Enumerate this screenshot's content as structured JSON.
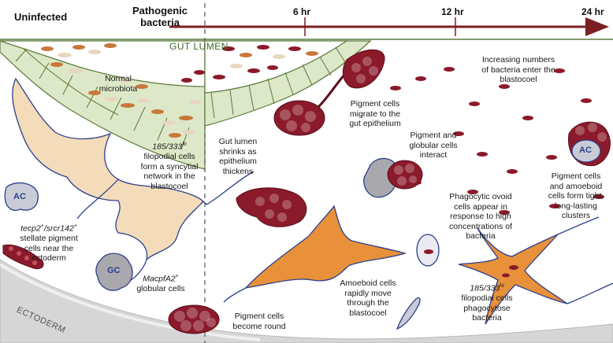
{
  "header": {
    "uninfected": "Uninfected",
    "pathogenic_line1": "Pathogenic",
    "pathogenic_line2": "bacteria",
    "times": [
      "6 hr",
      "12 hr",
      "24 hr"
    ]
  },
  "regions": {
    "gut_lumen": "GUT LUMEN",
    "ectoderm": "ECTODERM"
  },
  "cell_labels": {
    "ac": "AC",
    "gc": "GC",
    "ac_cluster": "AC"
  },
  "labels": {
    "normal_microbiota": [
      "Normal",
      "microbiota"
    ],
    "filopodial_lo": {
      "gene": "185/333",
      "sup": "lo",
      "rest": [
        "filopodial cells",
        "form a syncytial",
        "network in the",
        "blastocoel"
      ]
    },
    "stellate": {
      "gene1": "tecp2",
      "sup1": "+",
      "gene2": "/srcr142",
      "sup2": "+",
      "rest": [
        "stellate pigment",
        "cells near the",
        "ectoderm"
      ]
    },
    "globular": {
      "gene": "MacpfA2",
      "sup": "+",
      "rest": [
        "globular cells"
      ]
    },
    "pigment_round": [
      "Pigment cells",
      "become round"
    ],
    "gut_shrinks": [
      "Gut lumen",
      "shrinks as",
      "epithelium",
      "thickens"
    ],
    "pigment_migrate": [
      "Pigment cells",
      "migrate to the",
      "gut epithelium"
    ],
    "increasing": [
      "Increasing numbers",
      "of bacteria enter the",
      "blastocoel"
    ],
    "interact": [
      "Pigment and",
      "globular cells",
      "interact"
    ],
    "phagocytic_ovoid": [
      "Phagocytic ovoid",
      "cells appear in",
      "response to high",
      "concentrations of",
      "bacteria"
    ],
    "clusters": [
      "Pigment cells",
      "and amoeboid",
      "cells form tight,",
      "long-lasting",
      "clusters"
    ],
    "amoeboid": [
      "Amoeboid cells",
      "rapidly move",
      "through the",
      "blastocoel"
    ],
    "filopodial_hi": {
      "gene": "185/333",
      "sup": "hi",
      "rest": [
        "filopodial cells",
        "phagocytose",
        "bacteria"
      ]
    }
  },
  "colors": {
    "gut_fill": "#dde8c8",
    "gut_line": "#5a7a3a",
    "lumen_text": "#3c6a2a",
    "arrow": "#7a1f24",
    "pigment": "#8b1a2b",
    "filopodial_lo": "#f4dcba",
    "filopodial_hi": "#e8913a",
    "cell_edge": "#2b3f8c",
    "ectoderm": "#d8d8d8",
    "ac_fill": "#c9ccd6",
    "gc_fill": "#a9a9ad"
  }
}
